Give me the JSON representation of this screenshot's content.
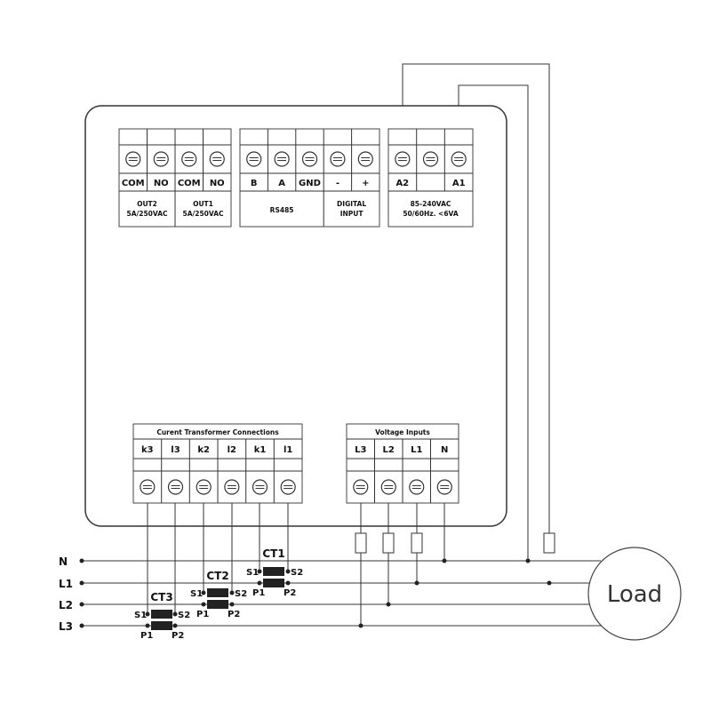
{
  "top_blocks": {
    "out_terminals": [
      "COM",
      "NO",
      "COM",
      "NO"
    ],
    "out2_label": [
      "OUT2",
      "5A/250VAC"
    ],
    "out1_label": [
      "OUT1",
      "5A/250VAC"
    ],
    "comm_terminals": [
      "B",
      "A",
      "GND",
      "-",
      "+"
    ],
    "rs485_label": "RS485",
    "digital_label": [
      "DIGITAL",
      "INPUT"
    ],
    "power_terminals": [
      "A2",
      "",
      "A1"
    ],
    "power_label": [
      "85-240VAC",
      "50/60Hz. <6VA"
    ]
  },
  "bottom_blocks": {
    "ct_title": "Curent Transformer Connections",
    "ct_terminals": [
      "k3",
      "l3",
      "k2",
      "l2",
      "k1",
      "l1"
    ],
    "voltage_title": "Voltage Inputs",
    "voltage_terminals": [
      "L3",
      "L2",
      "L1",
      "N"
    ]
  },
  "lines": [
    "N",
    "L1",
    "L2",
    "L3"
  ],
  "transformers": [
    {
      "name": "CT1",
      "s1": "S1",
      "s2": "S2",
      "p1": "P1",
      "p2": "P2"
    },
    {
      "name": "CT2",
      "s1": "S1",
      "s2": "S2",
      "p1": "P1",
      "p2": "P2"
    },
    {
      "name": "CT3",
      "s1": "S1",
      "s2": "S2",
      "p1": "P1",
      "p2": "P2"
    }
  ],
  "load_label": "Load"
}
